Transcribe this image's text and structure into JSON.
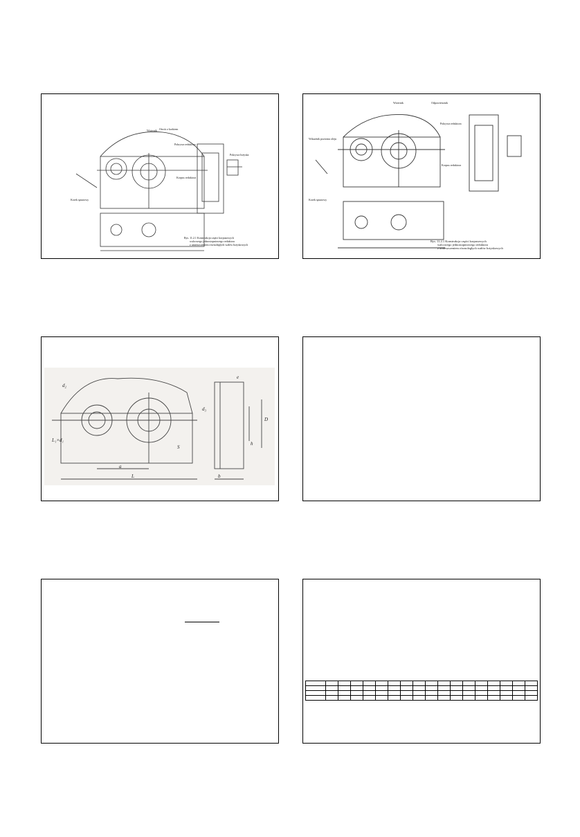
{
  "slides": [
    {
      "id": "slide-1",
      "kind": "drawing",
      "caption": [
        "Rys. 11.2.1 Konstrukcja części korpusowych",
        "walcowego jednostopniowego reduktora",
        "z umieszczeniem równoległych wałów łożyskowych"
      ],
      "labels": [
        "Wziernik",
        "Pokrywa reduktora",
        "Korpus reduktora",
        "Korek spustowy",
        "Otwór z korkiem",
        "Pokrywa łożyska"
      ]
    },
    {
      "id": "slide-2",
      "kind": "drawing",
      "caption": [
        "Rys. 11.2.1 Konstrukcja części korpusowych",
        "walcowego jednostopniowego reduktora",
        "z umieszczeniem równoległych wałów łożyskowych"
      ],
      "labels": [
        "Wziernik",
        "Pokrywa reduktora",
        "Korpus reduktora",
        "Korek spustowy",
        "Wskaźnik poziomu oleju",
        "Odpowietrznik"
      ]
    },
    {
      "id": "slide-3",
      "kind": "dimension-drawing",
      "labels": [
        "L₁×d₁",
        "d₂",
        "d₃",
        "a",
        "L",
        "b",
        "h",
        "D",
        "e",
        "S"
      ]
    },
    {
      "id": "slide-4",
      "kind": "blank"
    },
    {
      "id": "slide-5",
      "kind": "mostly-blank"
    },
    {
      "id": "slide-6",
      "kind": "table",
      "table": {
        "rows": 4,
        "cols": 18
      }
    }
  ],
  "colors": {
    "border": "#000000",
    "ink": "#333333",
    "background": "#ffffff"
  }
}
